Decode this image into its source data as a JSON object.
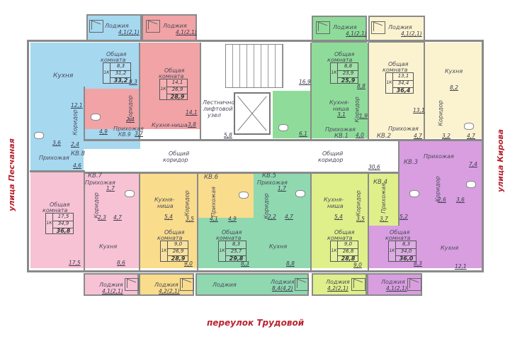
{
  "streets": {
    "left": "улица Песчаная",
    "right": "улица Кирова",
    "bottom": "переулок Трудовой"
  },
  "colors": {
    "kv8": "#a6d8f0",
    "kv9": "#f2a3a6",
    "kv1": "#8fdc9a",
    "kv2": "#fbf3cf",
    "kv3": "#d89ee0",
    "kv4": "#dff08a",
    "kv5": "#8fd8b0",
    "kv6": "#f9dc8c",
    "kv7": "#f7c2d4",
    "street_label": "#b8232f"
  },
  "core": {
    "stair_label": "Лестнично-лифтовой узел",
    "stair_label_l1": "Лестнично",
    "stair_label_l2": "лифтовой",
    "stair_label_l3": "узел",
    "stair_area": "16,9",
    "lobby_area": "5,8",
    "corridor_label_l1": "Общий",
    "corridor_label_l2": "коридор",
    "corridor_area": "30,6"
  },
  "apartments": {
    "kv8": {
      "label": "КВ.8",
      "loggia": {
        "name": "Лоджия",
        "area": "4,1(2,1)"
      },
      "room": {
        "name_l1": "Общая",
        "name_l2": "комната",
        "area": "8,3"
      },
      "kitchen": {
        "name": "Кухня",
        "area": "12,1"
      },
      "corridor": {
        "name": "Коридор",
        "area": "2,4"
      },
      "bath": {
        "area": "3,6"
      },
      "hall": {
        "name": "Прихожая",
        "area": "4,6"
      },
      "totals": {
        "k": "1К",
        "living": "8,3",
        "total_wo": "31,2",
        "total": "33,2"
      }
    },
    "kv9": {
      "label": "КВ.9",
      "loggia": {
        "name": "Лоджия",
        "area": "4,1(2,1)"
      },
      "room": {
        "name_l1": "Общая",
        "name_l2": "комната",
        "area": "14,1"
      },
      "kitchen": {
        "name": "Кухня-ниша",
        "area": "3,8"
      },
      "corridor": {
        "name": "Коридор",
        "area": "2,4"
      },
      "bath": {
        "area": "4,9"
      },
      "hall": {
        "name": "Прихожая",
        "area": "3,7"
      },
      "totals": {
        "k": "1К",
        "living": "14,1",
        "total_wo": "26,9",
        "total": "28,9"
      }
    },
    "kv1": {
      "label": "КВ.1",
      "loggia": {
        "name": "Лоджия",
        "area": "4,1(2,1)"
      },
      "room": {
        "name_l1": "Общая",
        "name_l2": "комната",
        "area": "8,8"
      },
      "kitchen": {
        "name_l1": "Кухня-",
        "name_l2": "ниша",
        "area": "3,1"
      },
      "corridor": {
        "name": "Коридор",
        "area": "1,9"
      },
      "bath": {
        "area": "6,1"
      },
      "hall": {
        "name": "Прихожая",
        "area": "4,0"
      },
      "totals": {
        "k": "1К",
        "living": "8,8",
        "total_wo": "23,9",
        "total": "25,9"
      }
    },
    "kv2": {
      "label": "КВ.2",
      "loggia": {
        "name": "Лоджия",
        "area": "4,1(2,1)"
      },
      "room": {
        "name_l1": "Общая",
        "name_l2": "комната",
        "area": "13,1"
      },
      "kitchen": {
        "name": "Кухня",
        "area": "8,2"
      },
      "corridor": {
        "name": "Коридор",
        "area": "3,2"
      },
      "bath": {
        "area": "4,7"
      },
      "hall": {
        "name": "Прихожая",
        "area": "4,7"
      },
      "totals": {
        "k": "1К",
        "living": "13,1",
        "total_wo": "34,4",
        "total": "36,4"
      }
    },
    "kv3": {
      "label": "КВ.3",
      "loggia": {
        "name": "Лоджия",
        "area": "4,1(2,1)"
      },
      "room": {
        "name_l1": "Общая",
        "name_l2": "комната",
        "area": "8,3"
      },
      "kitchen": {
        "name": "Кухня",
        "area": "12,1"
      },
      "corridor": {
        "name": "Коридор",
        "area": "2,6"
      },
      "bath": {
        "area": "3,6"
      },
      "hall": {
        "name": "Прихожая",
        "area": "7,4"
      },
      "totals": {
        "k": "1К",
        "living": "8,3",
        "total_wo": "34,0",
        "total": "36,0"
      }
    },
    "kv4": {
      "label": "КВ.4",
      "loggia": {
        "name": "Лоджия",
        "area": "4,2(2,1)"
      },
      "room": {
        "name_l1": "Общая",
        "name_l2": "комната",
        "area": "9,0"
      },
      "kitchen": {
        "name_l1": "Кухня-",
        "name_l2": "ниша",
        "area": "5,4"
      },
      "corridor": {
        "name": "Коридор",
        "area": "3,5"
      },
      "bath": {
        "area": "5,2"
      },
      "hall": {
        "name": "Прихожая",
        "area": "3,7"
      },
      "totals": {
        "k": "1К",
        "living": "9,0",
        "total_wo": "26,8",
        "total": "28,8"
      }
    },
    "kv5": {
      "label": "КВ.5",
      "loggia": {
        "name": "Лоджия",
        "area": "8,4(4,2)"
      },
      "room": {
        "name_l1": "Общая",
        "name_l2": "комната",
        "area": "8,3"
      },
      "kitchen": {
        "name": "Кухня",
        "area": "8,8"
      },
      "corridor": {
        "name": "Коридор",
        "area": "2,2"
      },
      "bath": {
        "area": "4,7"
      },
      "hall": {
        "name": "Прихожая",
        "area": "1,7"
      },
      "totals": {
        "k": "1К",
        "living": "8,3",
        "total_wo": "25,7",
        "total": "29,8"
      }
    },
    "kv6": {
      "label": "КВ.6",
      "loggia": {
        "name": "Лоджия",
        "area": "4,2(2,1)"
      },
      "room": {
        "name_l1": "Общая",
        "name_l2": "комната",
        "area": "9,0"
      },
      "kitchen": {
        "name_l1": "Кухня-",
        "name_l2": "ниша",
        "area": "5,4"
      },
      "corridor": {
        "name": "Коридор",
        "area": "3,5"
      },
      "bath": {
        "area": "4,9"
      },
      "hall": {
        "name": "Прихожая",
        "area": "4,1"
      },
      "totals": {
        "k": "1К",
        "living": "9,0",
        "total_wo": "26,9",
        "total": "28,9"
      }
    },
    "kv7": {
      "label": "КВ.7",
      "loggia": {
        "name": "Лоджия",
        "area": "4,1(2,1)"
      },
      "room": {
        "name_l1": "Общая",
        "name_l2": "комната",
        "area": "17,5"
      },
      "kitchen": {
        "name": "Кухня",
        "area": "8,6"
      },
      "corridor": {
        "name": "Коридор",
        "area": "2,3"
      },
      "bath": {
        "area": "4,7"
      },
      "hall": {
        "name": "Прихожая",
        "area": "1,7"
      },
      "totals": {
        "k": "1К",
        "living": "17,5",
        "total_wo": "34,9",
        "total": "36,8"
      }
    }
  }
}
